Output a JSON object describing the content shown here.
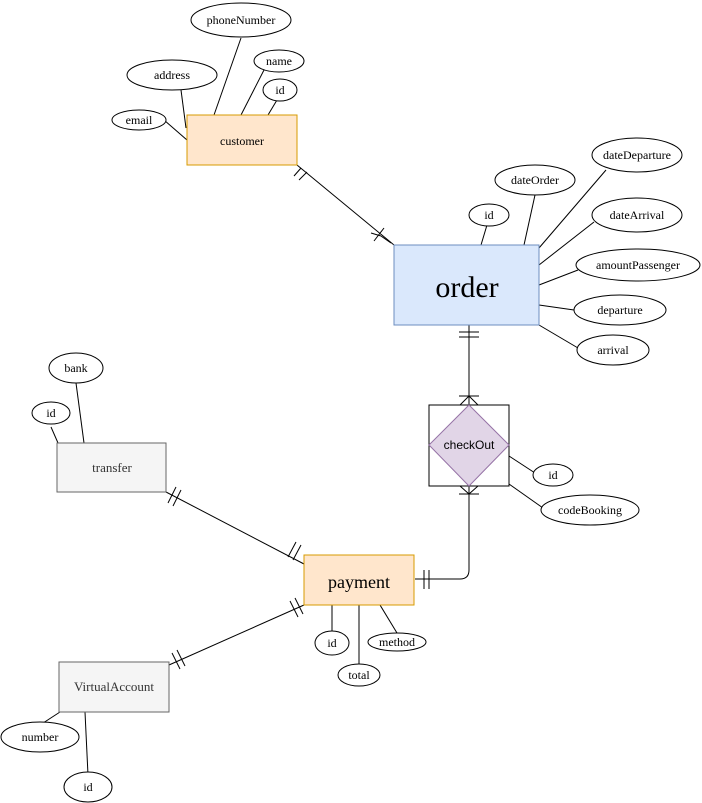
{
  "diagram": {
    "type": "entity-relationship",
    "colors": {
      "customer_fill": "#ffe6cc",
      "customer_stroke": "#d79b00",
      "order_fill": "#dae8fc",
      "order_stroke": "#6c8ebf",
      "payment_fill": "#ffe6cc",
      "payment_stroke": "#d79b00",
      "transfer_fill": "#f5f5f5",
      "transfer_stroke": "#666666",
      "virtual_fill": "#f5f5f5",
      "virtual_stroke": "#666666",
      "checkout_fill": "#e1d5e7",
      "checkout_stroke": "#9673a6",
      "line": "#000000"
    },
    "entities": {
      "customer": "customer",
      "order": "order",
      "payment": "payment",
      "transfer": "transfer",
      "virtual_account": "VirtualAccount"
    },
    "relationship": {
      "checkout": "checkOut"
    },
    "attributes": {
      "customer": {
        "phone_number": "phoneNumber",
        "address": "address",
        "name": "name",
        "id": "id",
        "email": "email"
      },
      "order": {
        "date_departure": "dateDeparture",
        "date_order": "dateOrder",
        "date_arrival": "dateArrival",
        "id": "id",
        "amount_passenger": "amountPassenger",
        "departure": "departure",
        "arrival": "arrival"
      },
      "checkout": {
        "id": "id",
        "code_booking": "codeBooking"
      },
      "transfer": {
        "bank": "bank",
        "id": "id"
      },
      "payment": {
        "id": "id",
        "method": "method",
        "total": "total"
      },
      "virtual_account": {
        "number": "number",
        "id": "id"
      }
    },
    "relationships": [
      {
        "from": "customer",
        "to": "order",
        "from_cardinality": "one-mandatory",
        "to_cardinality": "one-or-many"
      },
      {
        "from": "order",
        "to": "checkOut",
        "from_cardinality": "one-mandatory",
        "to_cardinality": "one-or-many"
      },
      {
        "from": "checkOut",
        "to": "payment",
        "from_cardinality": "one-or-many",
        "to_cardinality": "one-mandatory"
      },
      {
        "from": "transfer",
        "to": "payment",
        "from_cardinality": "one-mandatory",
        "to_cardinality": "one-mandatory"
      },
      {
        "from": "virtual_account",
        "to": "payment",
        "from_cardinality": "one-mandatory",
        "to_cardinality": "one-mandatory"
      }
    ]
  }
}
